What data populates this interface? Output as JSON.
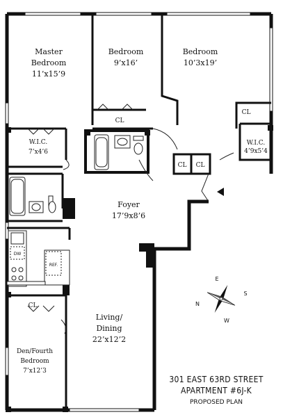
{
  "rooms": {
    "master": {
      "name_line1": "Master",
      "name_line2": "Bedroom",
      "dims": "11’x15’9"
    },
    "bedroom2": {
      "name": "Bedroom",
      "dims": "9’x16’"
    },
    "bedroom3": {
      "name": "Bedroom",
      "dims": "10’3x19’"
    },
    "wic_left": {
      "name": "W.I.C.",
      "dims": "7’x4’6"
    },
    "wic_right": {
      "name": "W.I.C.",
      "dims": "4’9x5’4"
    },
    "foyer": {
      "name": "Foyer",
      "dims": "17’9x8’6"
    },
    "living": {
      "name_line1": "Living/",
      "name_line2": "Dining",
      "dims": "22’x12’2"
    },
    "den": {
      "name_line1": "Den/Fourth",
      "name_line2": "Bedroom",
      "dims": "7’x12’3"
    }
  },
  "closets": {
    "cl_bed2": "CL",
    "cl_bed3": "CL",
    "cl_hall_a": "CL",
    "cl_hall_b": "CL",
    "cl_den": "CL"
  },
  "appliances": {
    "dw": "DW",
    "ref": "REF."
  },
  "compass": {
    "n": "N",
    "s": "S",
    "e": "E",
    "w": "W"
  },
  "title": {
    "line1": "301 EAST 63RD STREET",
    "line2": "APARTMENT #6J-K",
    "line3": "PROPOSED PLAN"
  }
}
